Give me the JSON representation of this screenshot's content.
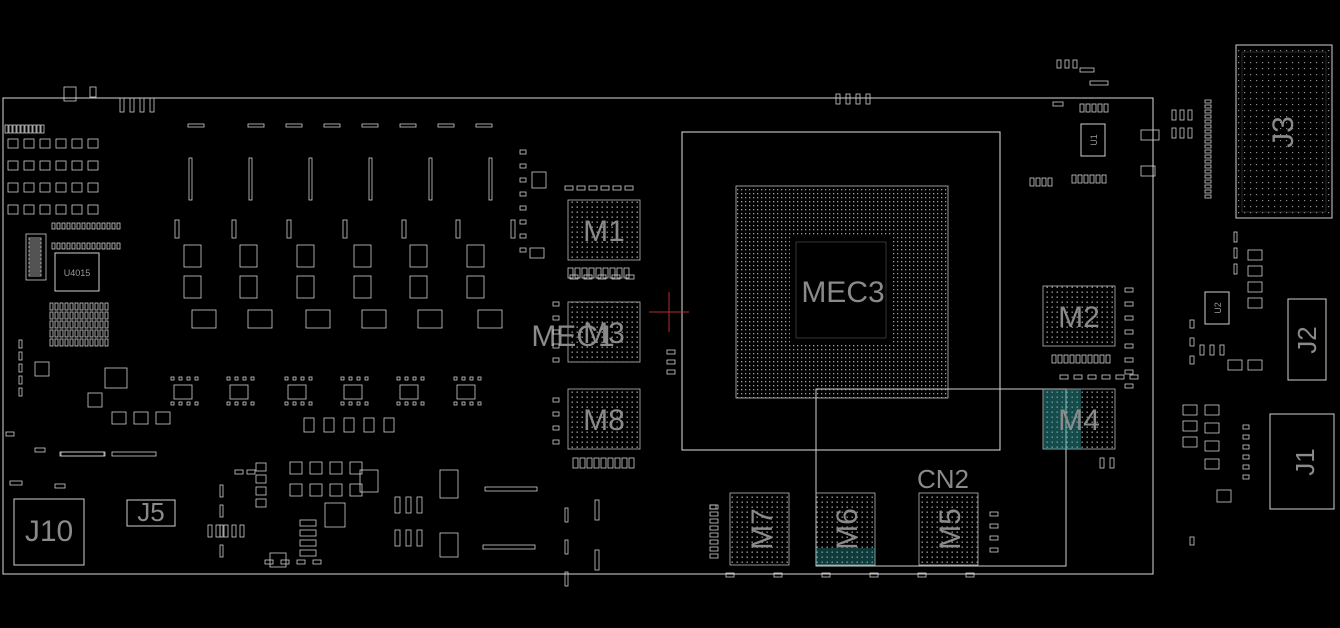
{
  "labels": {
    "j10": "J10",
    "j5": "J5",
    "j1": "J1",
    "j2": "J2",
    "j3": "J3",
    "u1": "U1",
    "u2": "U2",
    "u4015": "U4015",
    "m1": "M1",
    "m2": "M2",
    "m3": "M3",
    "m4": "M4",
    "m5": "M5",
    "m6": "M6",
    "m7": "M7",
    "m8": "M8",
    "mec_main": "MEC3",
    "mec_side": "MEC1",
    "cn2": "CN2"
  },
  "colors": {
    "background": "#000000",
    "outline": "#d8d8d8",
    "label": "#8a8a8a",
    "highlight": "#2fa6a6",
    "crosshair": "#b03030",
    "dots": "#9a9a9a"
  }
}
